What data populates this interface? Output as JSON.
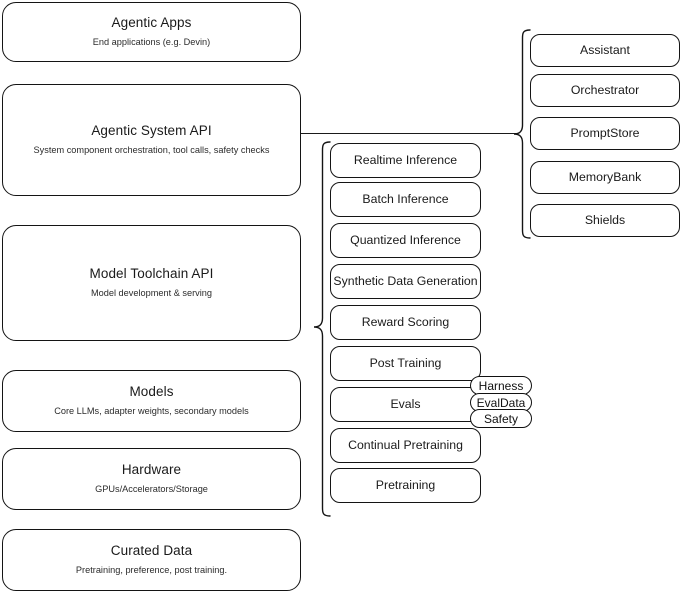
{
  "diagram": {
    "title": "Llama Stack layered architecture diagram",
    "stroke_color": "#141414",
    "background_color": "#ffffff",
    "text_color": "#1a1a1a"
  },
  "stack_layers": [
    {
      "id": "agentic-apps",
      "title": "Agentic Apps",
      "subtitle": "End applications (e.g. Devin)"
    },
    {
      "id": "agentic-system-api",
      "title": "Agentic System API",
      "subtitle": "System component orchestration, tool calls, safety checks"
    },
    {
      "id": "model-toolchain-api",
      "title": "Model Toolchain API",
      "subtitle": "Model development & serving"
    },
    {
      "id": "models",
      "title": "Models",
      "subtitle": "Core LLMs, adapter weights, secondary models"
    },
    {
      "id": "hardware",
      "title": "Hardware",
      "subtitle": "GPUs/Accelerators/Storage"
    },
    {
      "id": "curated-data",
      "title": "Curated Data",
      "subtitle": "Pretraining, preference, post training."
    }
  ],
  "toolchain_components": [
    {
      "id": "realtime-inference",
      "label": "Realtime Inference"
    },
    {
      "id": "batch-inference",
      "label": "Batch Inference"
    },
    {
      "id": "quantized-inference",
      "label": "Quantized Inference"
    },
    {
      "id": "synthetic-data-generation",
      "label": "Synthetic Data Generation"
    },
    {
      "id": "reward-scoring",
      "label": "Reward Scoring"
    },
    {
      "id": "post-training",
      "label": "Post Training"
    },
    {
      "id": "evals",
      "label": "Evals"
    },
    {
      "id": "continual-pretraining",
      "label": "Continual Pretraining"
    },
    {
      "id": "pretraining",
      "label": "Pretraining"
    }
  ],
  "agentic_components": [
    {
      "id": "assistant",
      "label": "Assistant"
    },
    {
      "id": "orchestrator",
      "label": "Orchestrator"
    },
    {
      "id": "promptstore",
      "label": "PromptStore"
    },
    {
      "id": "memorybank",
      "label": "MemoryBank"
    },
    {
      "id": "shields",
      "label": "Shields"
    }
  ],
  "eval_badges": [
    {
      "id": "harness",
      "label": "Harness"
    },
    {
      "id": "evaldata",
      "label": "EvalData"
    },
    {
      "id": "safety",
      "label": "Safety"
    }
  ]
}
